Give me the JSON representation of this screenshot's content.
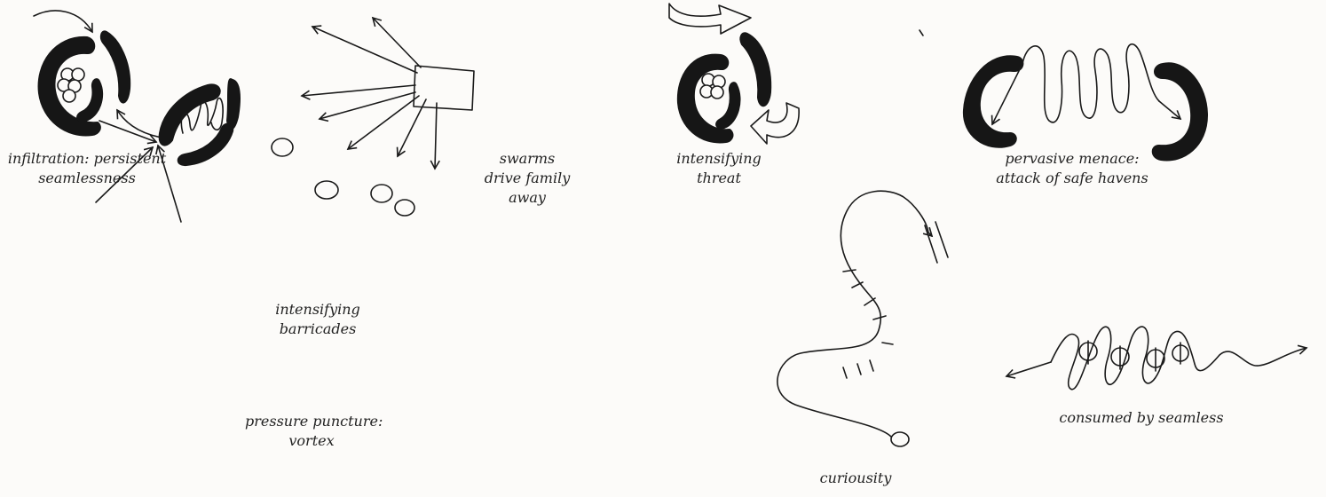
{
  "sketches": [
    {
      "id": "infiltration",
      "lines": [
        "infiltration: persistent",
        "seamlessness"
      ]
    },
    {
      "id": "swarms",
      "lines": [
        "swarms",
        "drive family",
        "away"
      ]
    },
    {
      "id": "intensifying-threat",
      "lines": [
        "intensifying",
        "threat"
      ]
    },
    {
      "id": "pervasive-menace",
      "lines": [
        "pervasive menace:",
        "attack of safe havens"
      ]
    },
    {
      "id": "intensifying-barricades",
      "lines": [
        "intensifying",
        "barricades"
      ]
    },
    {
      "id": "pressure-puncture",
      "lines": [
        "pressure puncture:",
        "vortex"
      ]
    },
    {
      "id": "curiousity",
      "lines": [
        "curiousity"
      ]
    },
    {
      "id": "consumed-by-seamless",
      "lines": [
        "consumed by seamless"
      ]
    }
  ],
  "colors": {
    "ink": "#1a1a1a",
    "paper": "#fcfbf9"
  }
}
